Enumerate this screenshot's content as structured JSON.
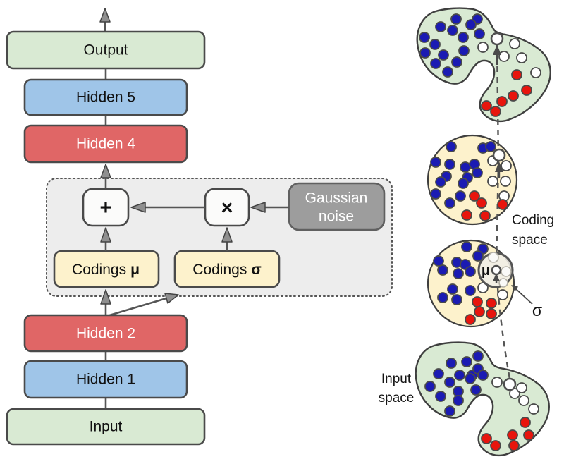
{
  "flow": {
    "boxes": {
      "output": "Output",
      "hidden5": "Hidden 5",
      "hidden4": "Hidden 4",
      "hidden2": "Hidden 2",
      "hidden1": "Hidden 1",
      "input": "Input"
    },
    "ops": {
      "add": "+",
      "multiply": "×"
    },
    "gaussian": {
      "line1": "Gaussian",
      "line2": "noise"
    },
    "codings": {
      "prefix": "Codings",
      "mu": "μ",
      "sigma": "σ"
    }
  },
  "annotations": {
    "coding_space": [
      "Coding",
      "space"
    ],
    "input_space": [
      "Input",
      "space"
    ],
    "mu": "μ",
    "sigma": "σ"
  },
  "colors": {
    "box_green": "#d9ead3",
    "box_blue": "#9fc5e8",
    "box_red": "#e06666",
    "box_yellow": "#fdf2cc",
    "box_gray": "#9d9d9d",
    "panel_gray": "#ededed",
    "line": "#555555",
    "dot_blue": "#1b1bb3",
    "dot_red": "#e8150d",
    "dot_white": "#ffffff"
  },
  "scatter": {
    "dot_radius": 7,
    "top_blob": {
      "blue": [
        [
          625,
          38
        ],
        [
          647,
          27
        ],
        [
          677,
          27
        ],
        [
          668,
          35
        ],
        [
          602,
          53
        ],
        [
          617,
          63
        ],
        [
          642,
          43
        ],
        [
          657,
          53
        ],
        [
          680,
          48
        ],
        [
          603,
          75
        ],
        [
          629,
          78
        ],
        [
          658,
          72
        ],
        [
          618,
          90
        ],
        [
          648,
          88
        ],
        [
          635,
          102
        ]
      ],
      "white": [
        [
          685,
          67
        ],
        [
          730,
          62
        ],
        [
          715,
          80
        ],
        [
          740,
          82
        ],
        [
          760,
          103
        ]
      ],
      "red": [
        [
          733,
          106
        ],
        [
          747,
          128
        ],
        [
          728,
          136
        ],
        [
          690,
          150
        ],
        [
          703,
          158
        ],
        [
          712,
          144
        ]
      ]
    },
    "coding_circle_top": {
      "blue": [
        [
          640,
          208
        ],
        [
          685,
          210
        ],
        [
          696,
          208
        ],
        [
          618,
          230
        ],
        [
          638,
          233
        ],
        [
          660,
          237
        ],
        [
          673,
          233
        ],
        [
          633,
          250
        ],
        [
          663,
          252
        ],
        [
          677,
          245
        ],
        [
          625,
          258
        ],
        [
          657,
          260
        ],
        [
          618,
          275
        ],
        [
          653,
          278
        ],
        [
          638,
          288
        ]
      ],
      "white": [
        [
          699,
          228
        ],
        [
          718,
          235
        ],
        [
          699,
          257
        ],
        [
          717,
          257
        ],
        [
          715,
          278
        ]
      ],
      "red": [
        [
          673,
          278
        ],
        [
          683,
          288
        ],
        [
          662,
          305
        ],
        [
          688,
          306
        ],
        [
          713,
          290
        ]
      ]
    },
    "coding_circle_bottom": {
      "blue": [
        [
          662,
          350
        ],
        [
          685,
          353
        ],
        [
          678,
          363
        ],
        [
          622,
          370
        ],
        [
          648,
          372
        ],
        [
          660,
          375
        ],
        [
          628,
          383
        ],
        [
          650,
          388
        ],
        [
          667,
          385
        ],
        [
          642,
          410
        ],
        [
          628,
          422
        ],
        [
          648,
          425
        ],
        [
          667,
          412
        ]
      ],
      "white": [
        [
          685,
          408
        ],
        [
          713,
          418
        ]
      ],
      "red": [
        [
          677,
          428
        ],
        [
          697,
          430
        ],
        [
          680,
          442
        ],
        [
          697,
          445
        ],
        [
          667,
          453
        ]
      ]
    },
    "input_blob": {
      "blue": [
        [
          640,
          515
        ],
        [
          662,
          513
        ],
        [
          678,
          505
        ],
        [
          622,
          530
        ],
        [
          652,
          532
        ],
        [
          670,
          532
        ],
        [
          678,
          523
        ],
        [
          685,
          532
        ],
        [
          610,
          548
        ],
        [
          638,
          542
        ],
        [
          667,
          537
        ],
        [
          675,
          553
        ],
        [
          625,
          562
        ],
        [
          650,
          555
        ],
        [
          650,
          568
        ],
        [
          638,
          583
        ]
      ],
      "white": [
        [
          705,
          542
        ],
        [
          730,
          558
        ],
        [
          740,
          550
        ],
        [
          743,
          568
        ],
        [
          757,
          580
        ]
      ],
      "red": [
        [
          745,
          599
        ],
        [
          690,
          622
        ],
        [
          703,
          632
        ],
        [
          727,
          617
        ],
        [
          750,
          617
        ],
        [
          729,
          632
        ]
      ]
    }
  }
}
